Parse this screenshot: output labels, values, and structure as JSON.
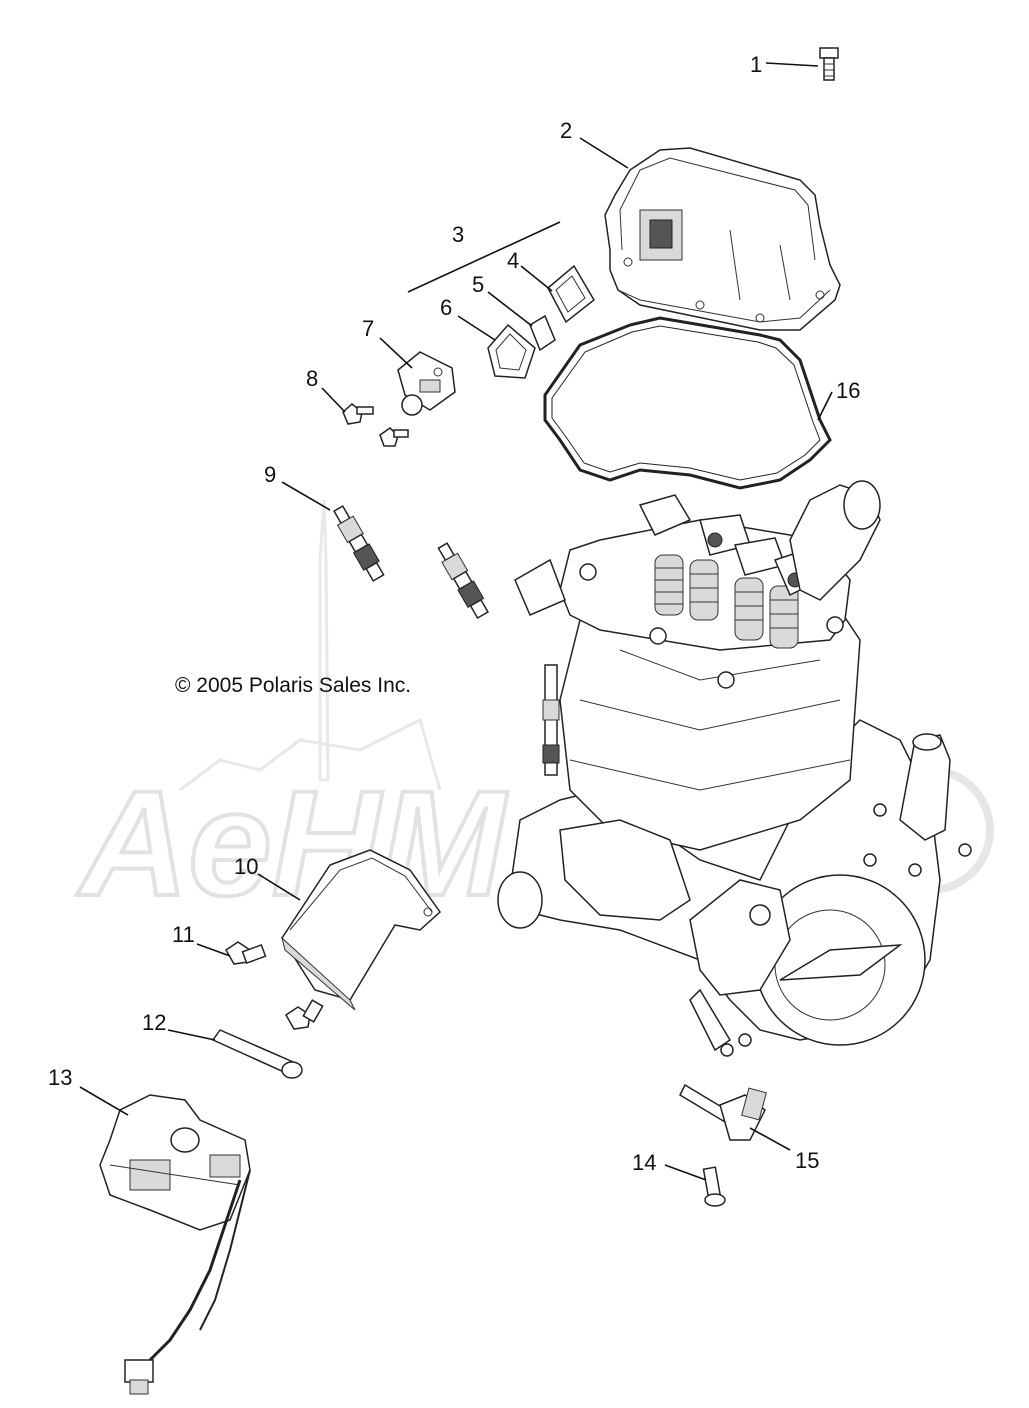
{
  "copyright": "© 2005 Polaris Sales Inc.",
  "watermark": "AeHM",
  "callouts": [
    {
      "id": "1",
      "label": "1"
    },
    {
      "id": "2",
      "label": "2"
    },
    {
      "id": "3",
      "label": "3"
    },
    {
      "id": "4",
      "label": "4"
    },
    {
      "id": "5",
      "label": "5"
    },
    {
      "id": "6",
      "label": "6"
    },
    {
      "id": "7",
      "label": "7"
    },
    {
      "id": "8",
      "label": "8"
    },
    {
      "id": "9",
      "label": "9"
    },
    {
      "id": "10",
      "label": "10"
    },
    {
      "id": "11",
      "label": "11"
    },
    {
      "id": "12",
      "label": "12"
    },
    {
      "id": "13",
      "label": "13"
    },
    {
      "id": "14",
      "label": "14"
    },
    {
      "id": "15",
      "label": "15"
    },
    {
      "id": "16",
      "label": "16"
    }
  ],
  "colors": {
    "line": "#111111",
    "watermark": "#e2e2e2",
    "background": "#ffffff"
  }
}
